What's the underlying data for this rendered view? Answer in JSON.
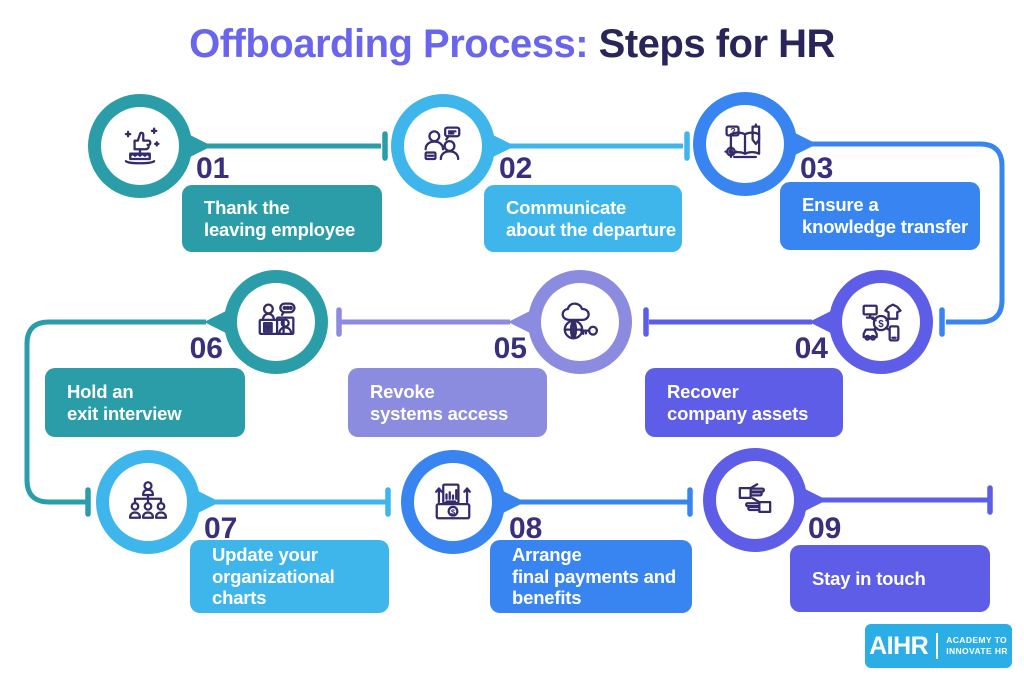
{
  "title": {
    "accent": "Offboarding Process:",
    "rest": " Steps for HR"
  },
  "palette": {
    "teal": "#2B9DA8",
    "cyan": "#3FB6EB",
    "blue": "#3885F1",
    "indigo": "#5D5DE8",
    "periwinkle": "#8B8BE0",
    "icon_stroke": "#342B6B",
    "number": "#3A2F7D",
    "title_accent": "#6965EC",
    "title_dark": "#2A2559",
    "logo_bg": "#2BAEE5",
    "text_on_color": "#FFFFFF",
    "background": "#FFFFFF"
  },
  "steps": [
    {
      "number": "01",
      "label": [
        "Thank the",
        "leaving employee"
      ],
      "color": "teal",
      "icon": "thumbs-up-cake-icon"
    },
    {
      "number": "02",
      "label": [
        "Communicate",
        "about the departure"
      ],
      "color": "cyan",
      "icon": "people-conversation-icon"
    },
    {
      "number": "03",
      "label": [
        "Ensure a",
        "knowledge transfer"
      ],
      "color": "blue",
      "icon": "book-question-pen-icon"
    },
    {
      "number": "04",
      "label": [
        "Recover",
        "company assets"
      ],
      "color": "indigo",
      "icon": "company-assets-icon"
    },
    {
      "number": "05",
      "label": [
        "Revoke",
        "systems access"
      ],
      "color": "periwinkle",
      "icon": "cloud-globe-key-icon"
    },
    {
      "number": "06",
      "label": [
        "Hold an",
        "exit interview"
      ],
      "color": "teal",
      "icon": "exit-interview-icon"
    },
    {
      "number": "07",
      "label": [
        "Update your",
        "organizational",
        "charts"
      ],
      "color": "cyan",
      "icon": "org-chart-icon"
    },
    {
      "number": "08",
      "label": [
        "Arrange",
        "final payments and",
        "benefits"
      ],
      "color": "blue",
      "icon": "payments-icon"
    },
    {
      "number": "09",
      "label": [
        "Stay in touch"
      ],
      "color": "indigo",
      "icon": "hands-icon"
    }
  ],
  "logo": {
    "brand": "AIHR",
    "tagline": [
      "ACADEMY TO",
      "INNOVATE HR"
    ]
  }
}
